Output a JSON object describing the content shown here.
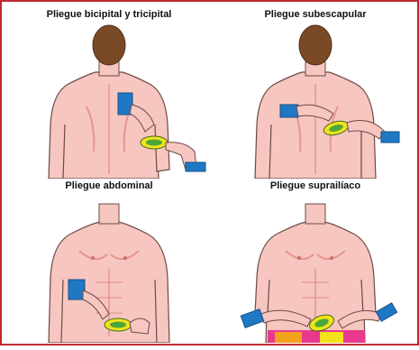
{
  "panels": [
    {
      "title": "Pliegue bicipital y tricipital"
    },
    {
      "title": "Pliegue subescapular"
    },
    {
      "title": "Pliegue abdominal"
    },
    {
      "title": "Pliegue suprailíaco"
    }
  ],
  "colors": {
    "border": "#c0282d",
    "skin": "#f7c6c0",
    "skin_shadow": "#e7958e",
    "outline": "#6b4a44",
    "hair": "#7a4a26",
    "glove": "#1f78c4",
    "caliper_yellow": "#f2e21b",
    "caliper_green": "#4aa83a"
  },
  "icons": [
    "caliper-icon",
    "glove-icon"
  ]
}
